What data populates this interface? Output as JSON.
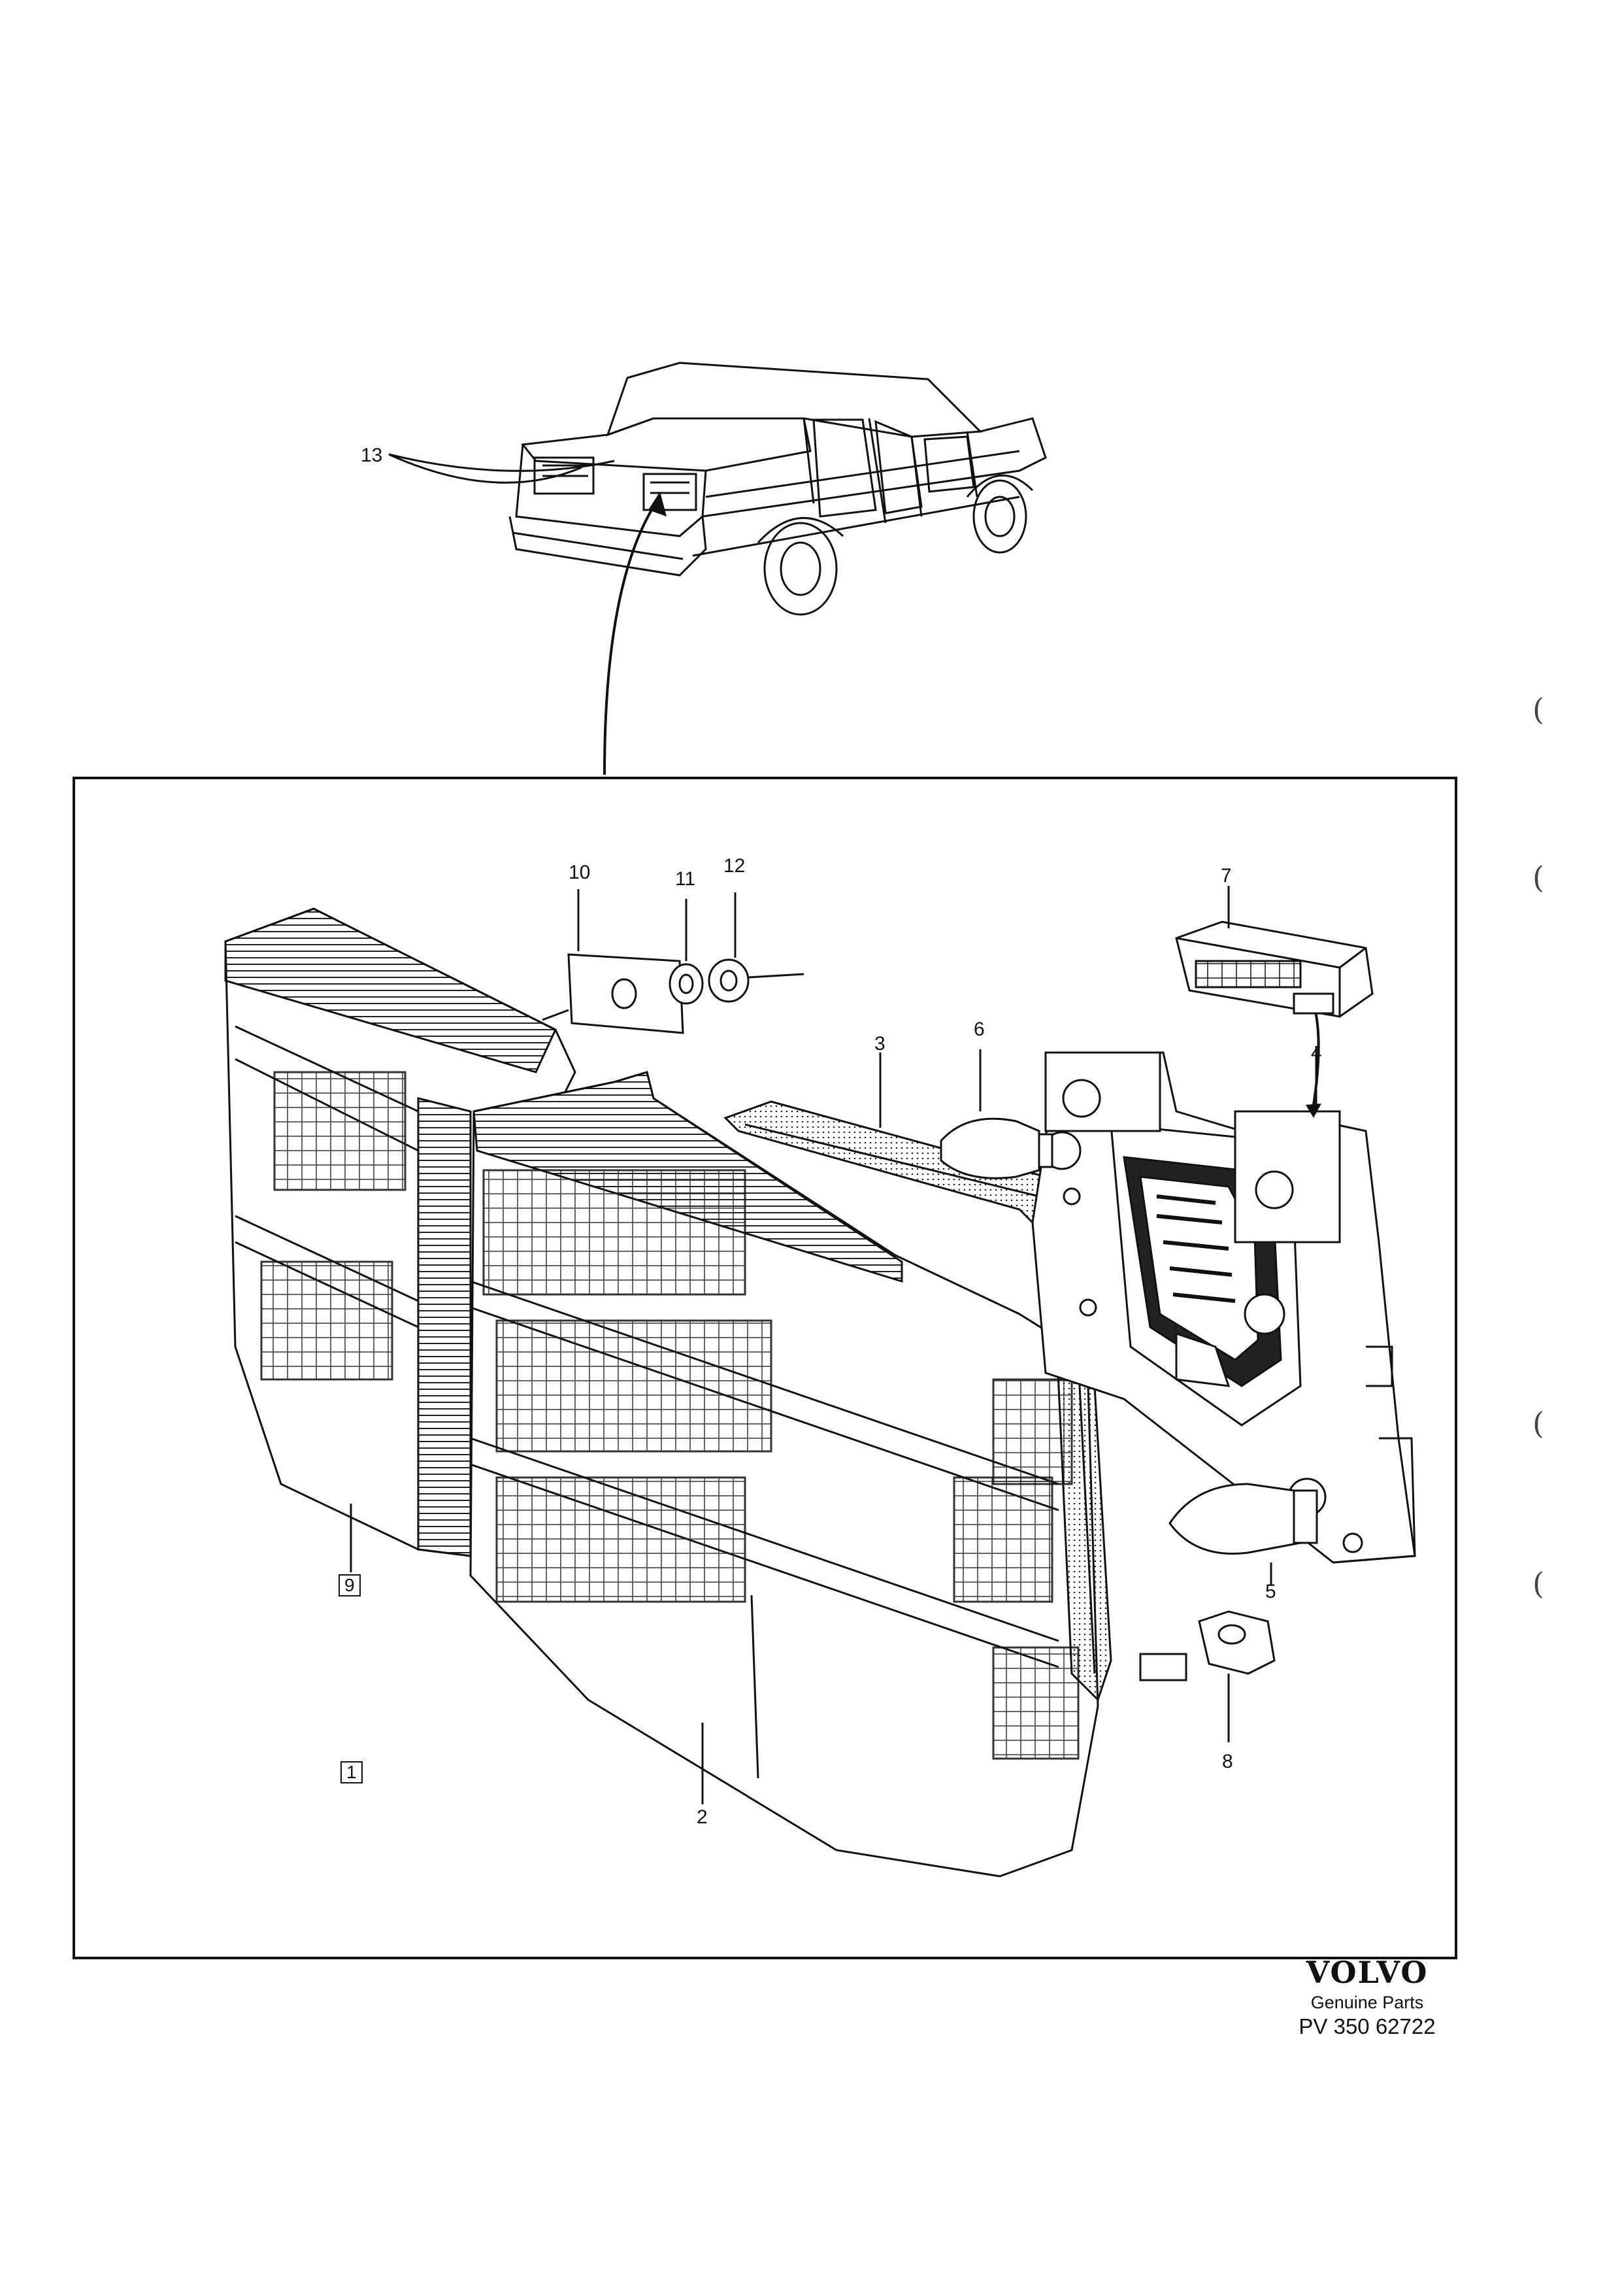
{
  "diagram": {
    "callouts": {
      "c1": "1",
      "c2": "2",
      "c3": "3",
      "c4": "4",
      "c5": "5",
      "c6": "6",
      "c7": "7",
      "c8": "8",
      "c9": "9",
      "c10": "10",
      "c11": "11",
      "c12": "12",
      "c13": "13"
    }
  },
  "brand": {
    "logo": "VOLVO",
    "subtitle": "Genuine Parts",
    "code": "PV 350 62722"
  },
  "margin_marks": [
    "(",
    "(",
    "(",
    "("
  ]
}
